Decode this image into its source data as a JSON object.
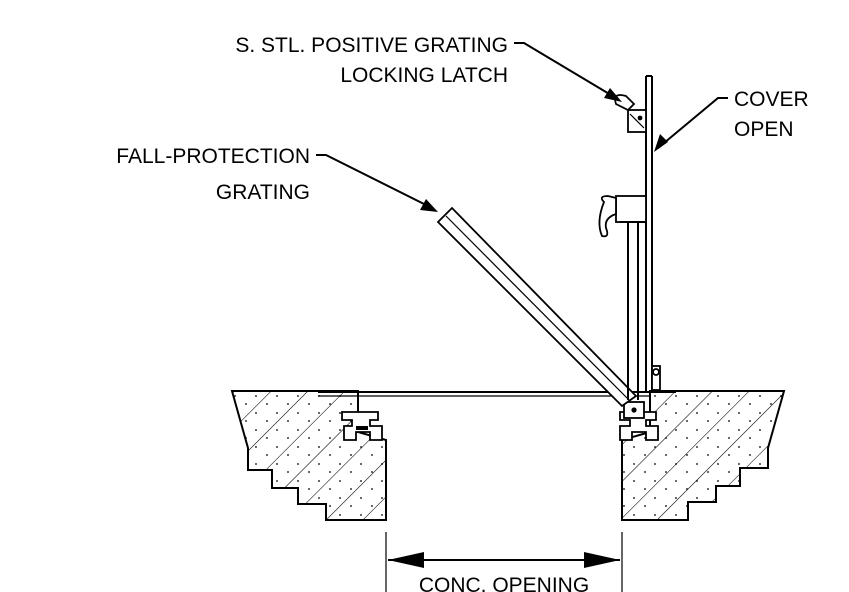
{
  "labels": {
    "latch_line1": "S. STL. POSITIVE GRATING",
    "latch_line2": "LOCKING LATCH",
    "cover_line1": "COVER",
    "cover_line2": "OPEN",
    "fall_line1": "FALL-PROTECTION",
    "fall_line2": "GRATING",
    "opening": "CONC. OPENING"
  },
  "colors": {
    "line": "#000000",
    "background": "#ffffff"
  }
}
